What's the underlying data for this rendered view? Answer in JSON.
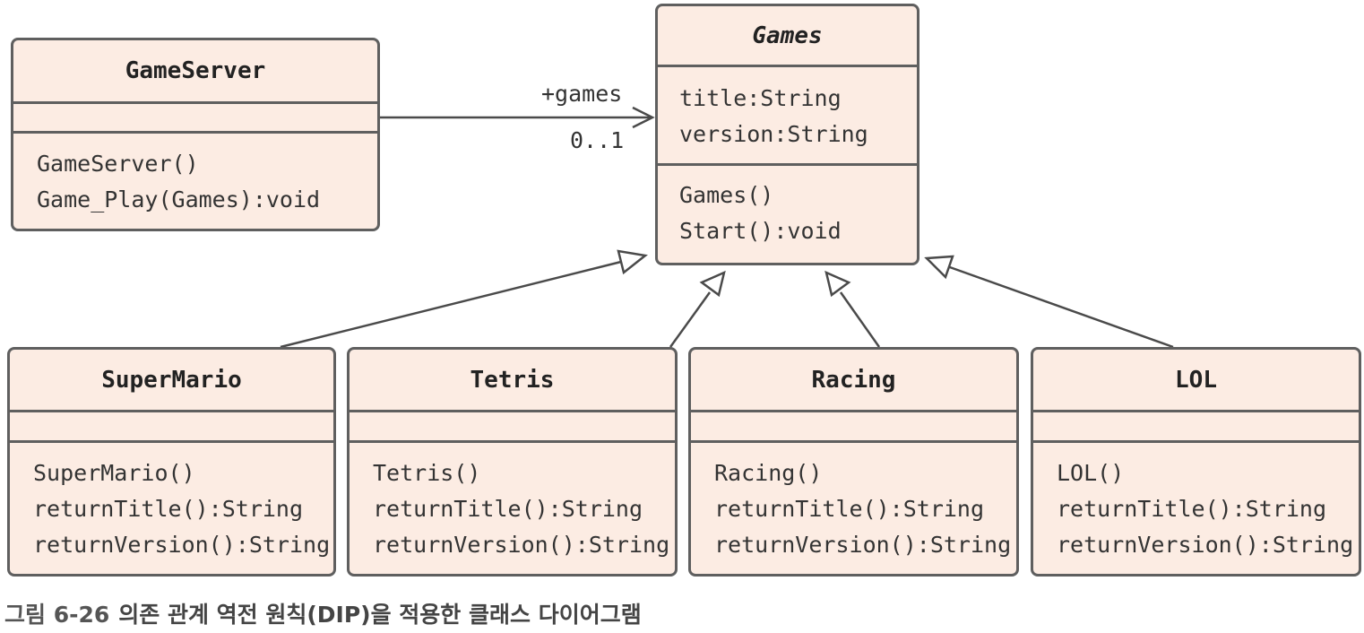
{
  "classes": {
    "game_server": {
      "name": "GameServer",
      "attributes": [],
      "methods": [
        "GameServer()",
        "Game_Play(Games):void"
      ]
    },
    "games": {
      "name": "Games",
      "attributes": [
        "title:String",
        "version:String"
      ],
      "methods": [
        "Games()",
        "Start():void"
      ]
    },
    "super_mario": {
      "name": "SuperMario",
      "attributes": [],
      "methods": [
        "SuperMario()",
        "returnTitle():String",
        "returnVersion():String"
      ]
    },
    "tetris": {
      "name": "Tetris",
      "attributes": [],
      "methods": [
        "Tetris()",
        "returnTitle():String",
        "returnVersion():String"
      ]
    },
    "racing": {
      "name": "Racing",
      "attributes": [],
      "methods": [
        "Racing()",
        "returnTitle():String",
        "returnVersion():String"
      ]
    },
    "lol": {
      "name": "LOL",
      "attributes": [],
      "methods": [
        "LOL()",
        "returnTitle():String",
        "returnVersion():String"
      ]
    }
  },
  "association": {
    "role": "+games",
    "multiplicity": "0..1"
  },
  "caption": {
    "number": "그림 6-26",
    "text": "의존 관계 역전 원칙(DIP)을 적용한 클래스 다이어그램"
  },
  "colors": {
    "box_fill": "#fcece3",
    "box_border": "#5f5f5f",
    "line": "#4a4a4a"
  }
}
